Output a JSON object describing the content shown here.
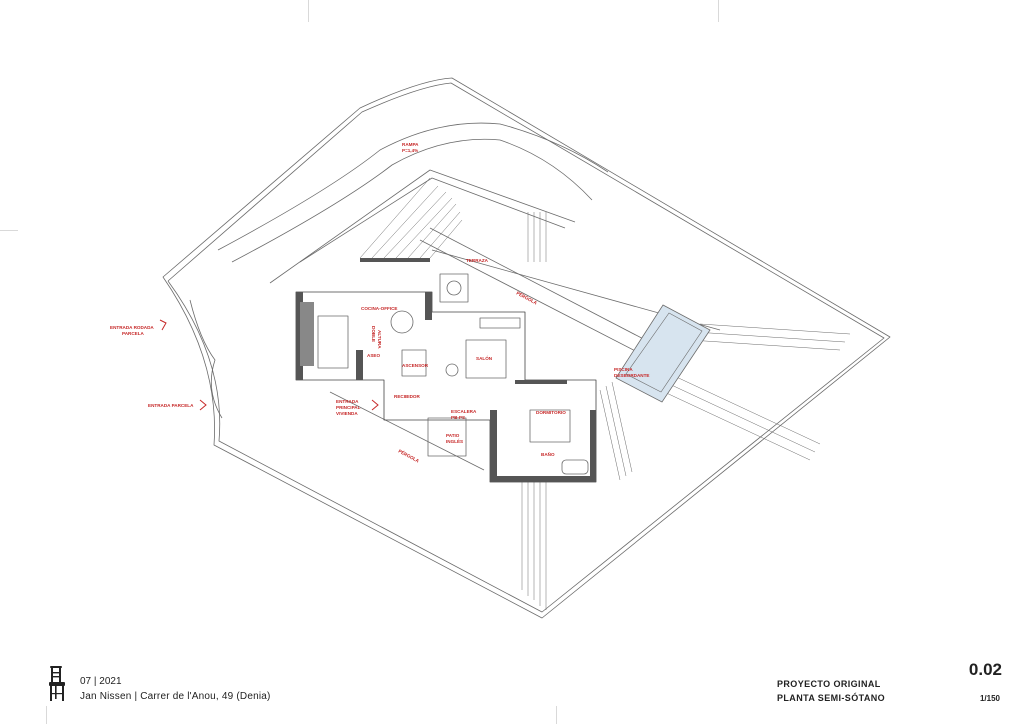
{
  "sheet": {
    "number": "0.02",
    "scale": "1/150",
    "date": "07 | 2021",
    "author": "Jan Nissen | Carrer de l'Anou, 49 (Denia)",
    "project": "PROYECTO ORIGINAL",
    "drawing": "PLANTA SEMI-SÓTANO",
    "logo": "chair-logo-icon"
  },
  "labels": {
    "rampa_1": "RAMPA",
    "rampa_2": "P=1,4%",
    "terraza": "TERRAZA",
    "pergola_top": "PÉRGOLA",
    "pergola_bottom": "PÉRGOLA",
    "cocina": "COCINA-OFFICE",
    "doble_1": "DOBLE",
    "doble_2": "ALTURA",
    "aseo": "ASEO",
    "ascensor": "ASCENSOR",
    "salon": "SALÓN",
    "recibidor": "RECIBIDOR",
    "entrada_principal_1": "ENTRADA",
    "entrada_principal_2": "PRINCIPAL",
    "entrada_principal_3": "VIVIENDA",
    "escalera_1": "ESCALERA",
    "escalera_2": "PB-PS",
    "patio_1": "PATIO",
    "patio_2": "INGLÉS",
    "dormitorio": "DORMITORIO",
    "bano": "BAÑO",
    "piscina_1": "PISCINA",
    "piscina_2": "DESBORDANTE",
    "entrada_rodada_1": "ENTRADA RODADA",
    "entrada_rodada_2": "PARCELA",
    "entrada_parcela": "ENTRADA PARCELA"
  },
  "colors": {
    "annotation": "#c62828",
    "walls": "#555555",
    "lines": "#6b6b6b",
    "pool": "#d7e4ef"
  }
}
